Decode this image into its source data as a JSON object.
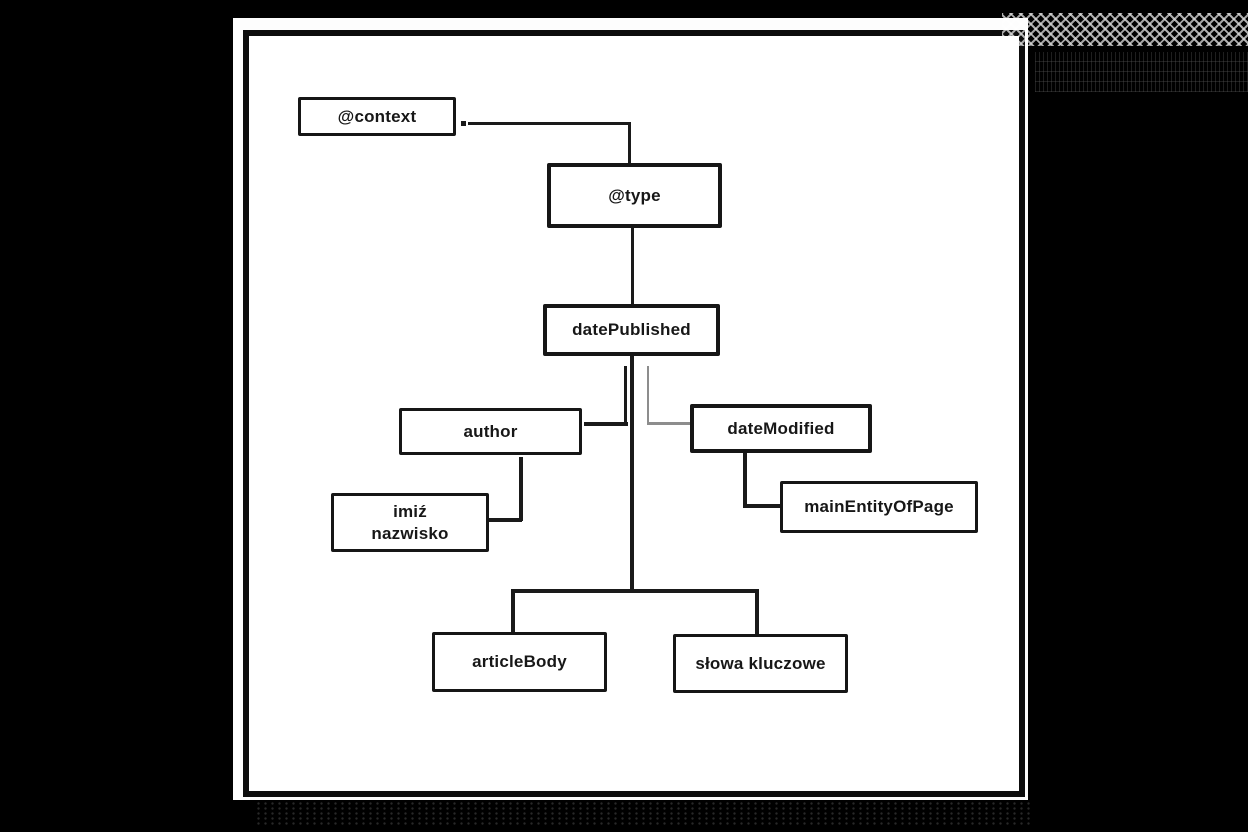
{
  "scene": {
    "description": "Scanned tree diagram of JSON-LD article schema properties on a white card over a black background"
  },
  "palette": {
    "background": "#000000",
    "card": "#ffffff",
    "ink": "#161616",
    "faint_line": "#8d8d8d"
  },
  "diagram": {
    "nodes": {
      "context": {
        "label": "@context"
      },
      "type": {
        "label": "@type"
      },
      "date_published": {
        "label": "datePublished"
      },
      "author": {
        "label": "author"
      },
      "author_name": {
        "line1": "imiź",
        "line2": "nazwisko"
      },
      "date_modified": {
        "label": "dateModified"
      },
      "main_entity_of_page": {
        "label": "mainEntityOfPage"
      },
      "article_body": {
        "label": "articleBody"
      },
      "keywords": {
        "label": "słowa kluczowe"
      }
    },
    "edges": [
      {
        "from": "@context",
        "to": "@type"
      },
      {
        "from": "@type",
        "to": "datePublished"
      },
      {
        "from": "datePublished",
        "to": "author"
      },
      {
        "from": "datePublished",
        "to": "dateModified"
      },
      {
        "from": "author",
        "to": "imiź nazwisko"
      },
      {
        "from": "dateModified",
        "to": "mainEntityOfPage"
      },
      {
        "from": "datePublished",
        "to": "articleBody"
      },
      {
        "from": "datePublished",
        "to": "słowa kluczowe"
      }
    ]
  }
}
